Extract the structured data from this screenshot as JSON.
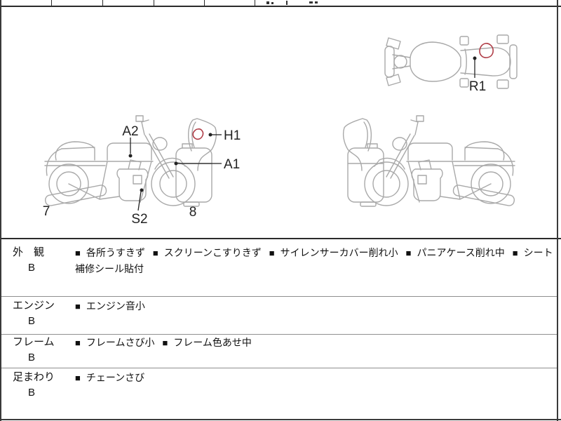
{
  "sheet": {
    "background": "#ffffff",
    "frame_color": "#3a3a3a",
    "diagram": {
      "outline_color": "#a9a9a9",
      "annotation_red": "#b03e48",
      "label_color": "#222222",
      "labels": {
        "a2": "A2",
        "h1": "H1",
        "a1": "A1",
        "s2": "S2",
        "r1": "R1",
        "zone_rear": "7",
        "zone_front": "8"
      }
    },
    "table": {
      "bullet_glyph": "■",
      "rows": [
        {
          "category": "外　観",
          "grade": "B",
          "items": [
            "各所うすきず",
            "スクリーンこすりきず",
            "サイレンサーカバー削れ小",
            "パニアケース削れ中",
            "シート補修シール貼付"
          ]
        },
        {
          "category": "エンジン",
          "grade": "B",
          "items": [
            "エンジン音小"
          ]
        },
        {
          "category": "フレーム",
          "grade": "B",
          "items": [
            "フレームさび小",
            "フレーム色あせ中"
          ]
        },
        {
          "category": "足まわり",
          "grade": "B",
          "items": [
            "チェーンさび"
          ]
        }
      ]
    }
  }
}
